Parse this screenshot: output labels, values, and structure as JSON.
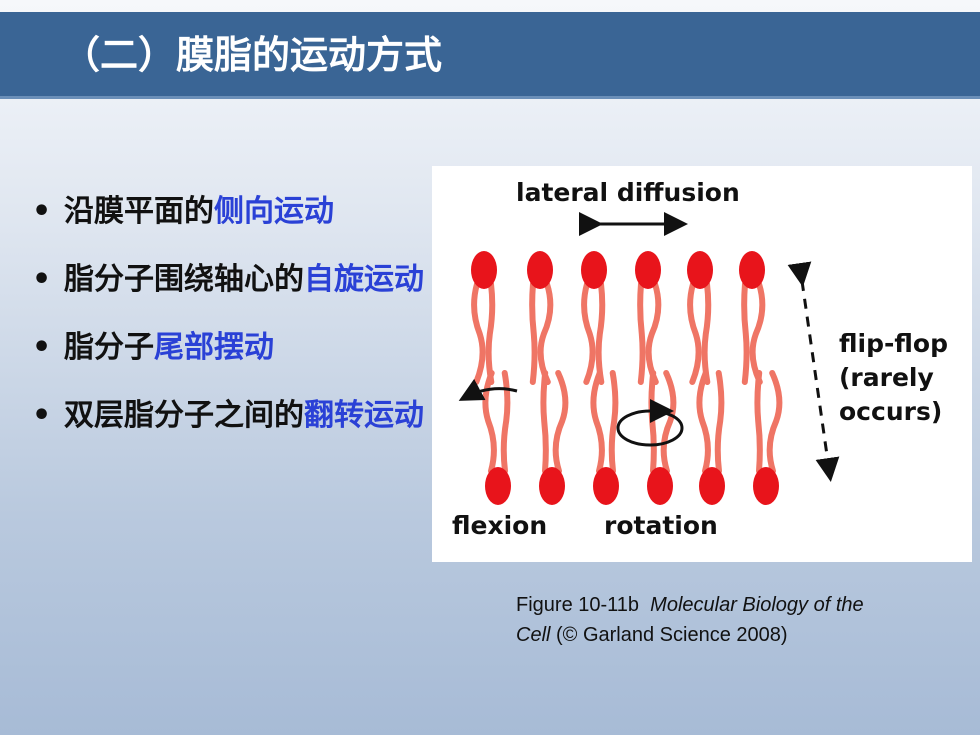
{
  "slide": {
    "title": "（二）膜脂的运动方式"
  },
  "bullets": [
    {
      "plain": "沿膜平面的",
      "highlight": "侧向运动"
    },
    {
      "plain": "脂分子围绕轴心的",
      "highlight": "自旋运动"
    },
    {
      "plain": "脂分子",
      "highlight": "尾部摆动"
    },
    {
      "plain": "双层脂分子之间的",
      "highlight": "翻转运动"
    }
  ],
  "figure": {
    "label_lateral": "lateral diffusion",
    "label_flipflop_1": "flip-flop",
    "label_flipflop_2": "(rarely",
    "label_flipflop_3": "occurs)",
    "label_flexion": "flexion",
    "label_rotation": "rotation",
    "colors": {
      "head": "#e8141b",
      "tail": "#ef7565",
      "arrow": "#111111"
    }
  },
  "caption": {
    "fig_num": "Figure 10-11b",
    "book_1": "Molecular Biology of the",
    "book_2": "Cell",
    "credit": "(© Garland Science 2008)"
  }
}
